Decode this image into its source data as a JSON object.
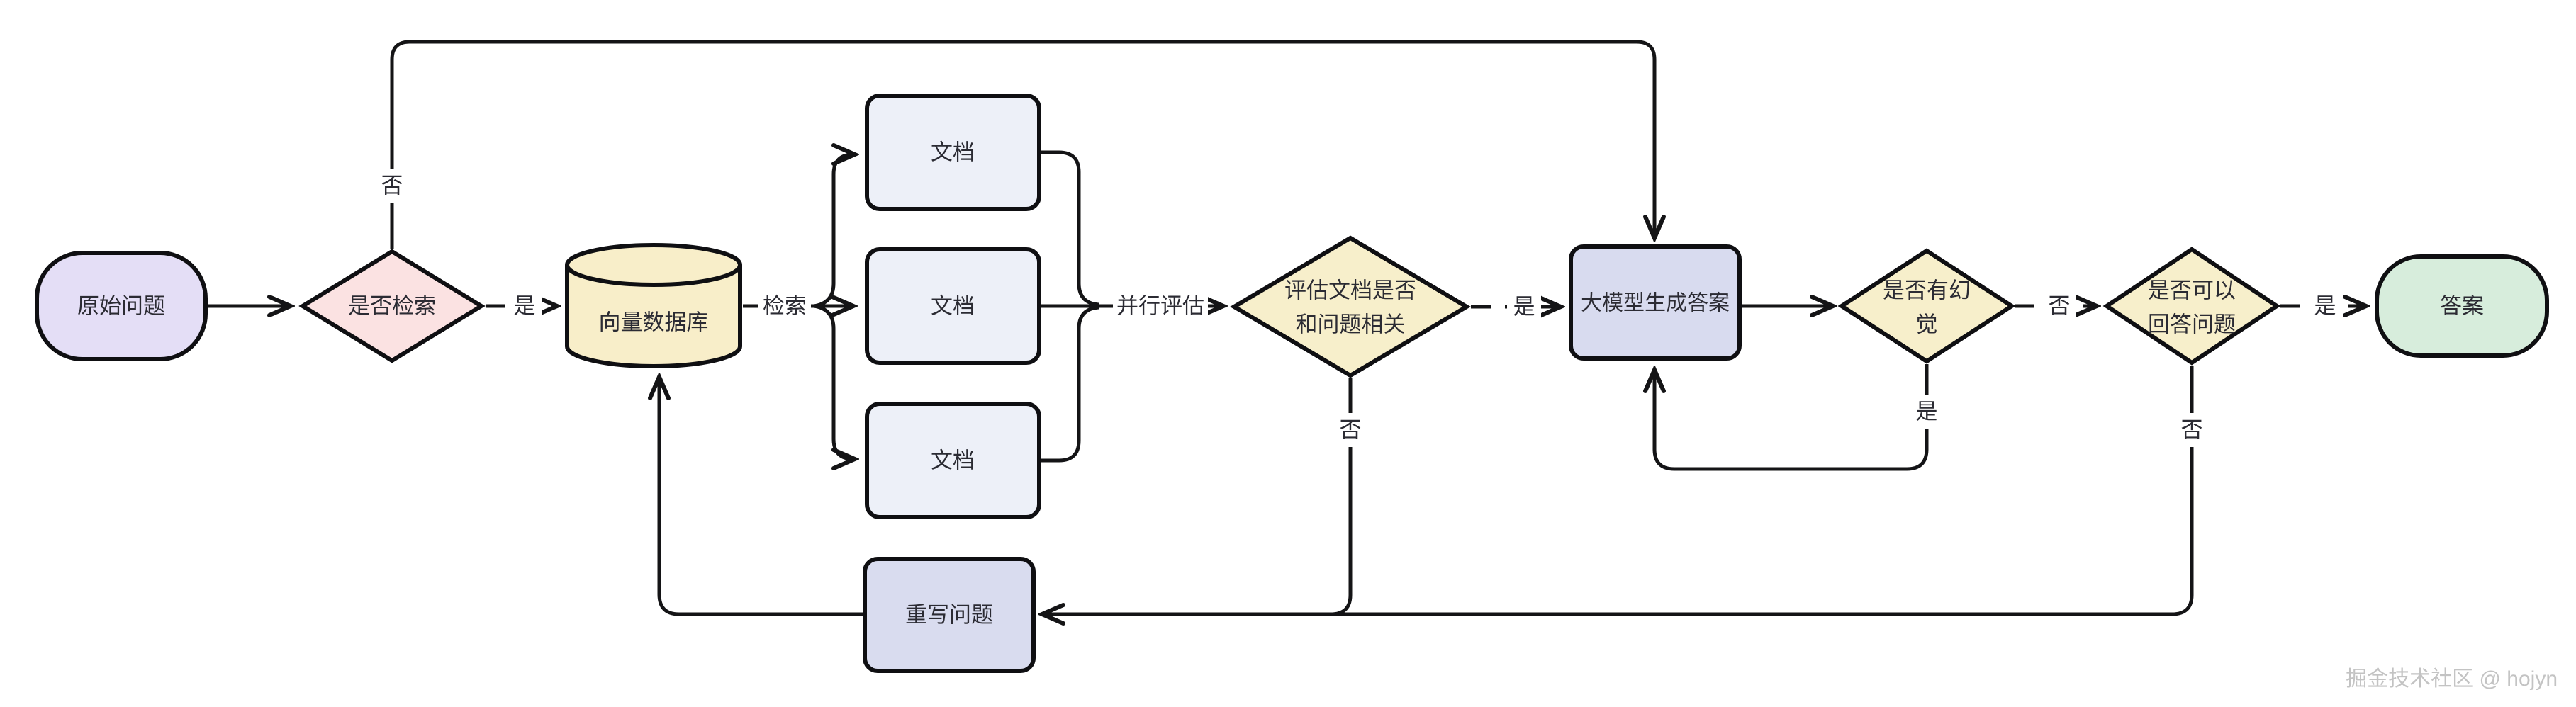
{
  "diagram": {
    "watermark": "掘金技术社区 @ hojyn",
    "colors": {
      "background": "#ffffff",
      "line": "#141416",
      "text": "#2b2b33",
      "start_fill": "#e4def6",
      "retrieve_decision_fill": "#fbe2e2",
      "vector_db_fill": "#f8eec9",
      "doc_fill": "#edf0f8",
      "yellow_decision_fill": "#f7efcb",
      "llm_fill": "#d8dbef",
      "rewrite_fill": "#d9dcef",
      "answer_fill": "#d7eddc"
    },
    "nodes": {
      "start": {
        "label": "原始问题"
      },
      "retrieve_decision": {
        "label": "是否检索"
      },
      "vector_db": {
        "label": "向量数据库"
      },
      "doc1": {
        "label": "文档"
      },
      "doc2": {
        "label": "文档"
      },
      "doc3": {
        "label": "文档"
      },
      "relevance_decision": {
        "line1": "评估文档是否",
        "line2": "和问题相关"
      },
      "llm_generate": {
        "label": "大模型生成答案"
      },
      "hallucination_decision": {
        "line1": "是否有幻",
        "line2": "觉"
      },
      "answerable_decision": {
        "line1": "是否可以",
        "line2": "回答问题"
      },
      "answer": {
        "label": "答案"
      },
      "rewrite": {
        "label": "重写问题"
      }
    },
    "edge_labels": {
      "retrieve_no": "否",
      "retrieve_yes": "是",
      "search": "检索",
      "parallel_eval": "并行评估",
      "relevant_yes": "是",
      "relevant_no": "否",
      "hallucination_no": "否",
      "hallucination_yes": "是",
      "answerable_yes": "是",
      "answerable_no": "否"
    }
  }
}
